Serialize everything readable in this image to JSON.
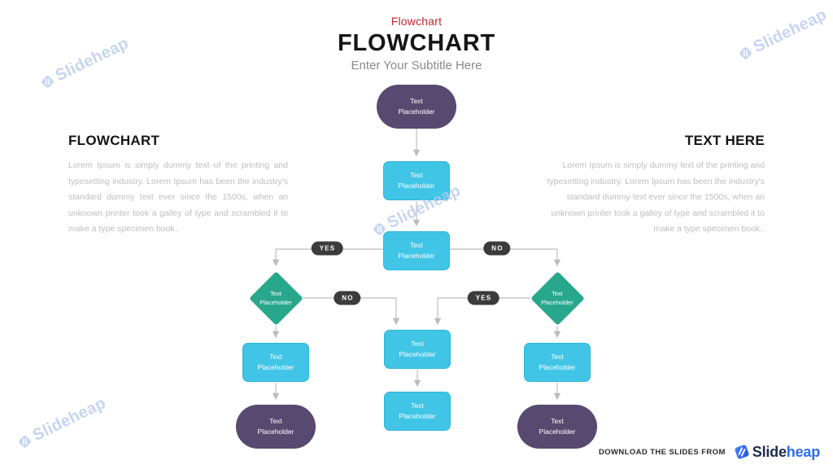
{
  "header": {
    "eyebrow": "Flowchart",
    "title": "FLOWCHART",
    "subtitle": "Enter Your Subtitle Here"
  },
  "left_section": {
    "heading": "FLOWCHART",
    "body": "Lorem Ipsum is simply dummy text of the printing and typesetting industry. Lorem Ipsum has been the industry's standard dummy text ever since the 1500s, when an unknown printer took a galley of type and scrambled it to make a type specimen book.."
  },
  "right_section": {
    "heading": "TEXT HERE",
    "body": "Lorem Ipsum is simply dummy text of the printing and typesetting industry. Lorem Ipsum has been the industry's standard dummy text ever since the 1500s, when an unknown printer took a galley of type and scrambled it to make a type specimen book.."
  },
  "flowchart": {
    "nodes": [
      {
        "id": "start",
        "shape": "ellipse",
        "label": "Text Placeholder"
      },
      {
        "id": "process-1",
        "shape": "rect",
        "label": "Text Placeholder"
      },
      {
        "id": "decision-source",
        "shape": "rect",
        "label": "Text Placeholder"
      },
      {
        "id": "left-decision",
        "shape": "diamond",
        "label": "Text Placeholder"
      },
      {
        "id": "right-decision",
        "shape": "diamond",
        "label": "Text Placeholder"
      },
      {
        "id": "left-process",
        "shape": "rect",
        "label": "Text Placeholder"
      },
      {
        "id": "center-process",
        "shape": "rect",
        "label": "Text Placeholder"
      },
      {
        "id": "right-process",
        "shape": "rect",
        "label": "Text Placeholder"
      },
      {
        "id": "left-end",
        "shape": "ellipse",
        "label": "Text Placeholder"
      },
      {
        "id": "center-process-2",
        "shape": "rect",
        "label": "Text Placeholder"
      },
      {
        "id": "right-end",
        "shape": "ellipse",
        "label": "Text Placeholder"
      }
    ],
    "connector_labels": [
      {
        "id": "yes-outer-left",
        "label": "YES"
      },
      {
        "id": "no-outer-right",
        "label": "NO"
      },
      {
        "id": "no-inner-left",
        "label": "NO"
      },
      {
        "id": "yes-inner-right",
        "label": "YES"
      }
    ]
  },
  "watermark": {
    "text": "Slideheap"
  },
  "footer": {
    "download_label": "DOWNLOAD THE SLIDES FROM",
    "brand_primary": "Slide",
    "brand_secondary": "heap"
  },
  "colors": {
    "accent_red": "#c1272d",
    "node_cyan": "#41c5e7",
    "node_purple": "#57496f",
    "node_green": "#28a78c",
    "pill_dark": "#3b3b3b",
    "connector_gray": "#c7c7c7",
    "brand_navy": "#1d2b4f",
    "brand_blue": "#2e6bf2",
    "watermark_blue": "#b7cbee"
  }
}
